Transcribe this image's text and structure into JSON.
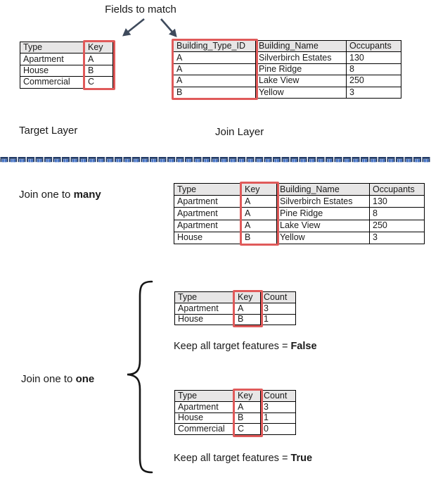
{
  "title": "Fields to match",
  "labels": {
    "target_layer": "Target Layer",
    "join_layer": "Join Layer"
  },
  "sections": {
    "one_to_many": {
      "prefix": "Join one to ",
      "bold": "many"
    },
    "one_to_one": {
      "prefix": "Join one to ",
      "bold": "one"
    },
    "keep_false": {
      "prefix": "Keep all target features = ",
      "bold": "False"
    },
    "keep_true": {
      "prefix": "Keep all target features = ",
      "bold": "True"
    }
  },
  "icons": {
    "left_arrow": "down-left-arrow",
    "right_arrow": "down-right-arrow",
    "brace": "left-curly-brace",
    "divider": "decorative-dashed-divider"
  },
  "tables": {
    "target_layer": {
      "headers": [
        "Type",
        "Key"
      ],
      "rows": [
        [
          "Apartment",
          "A"
        ],
        [
          "House",
          "B"
        ],
        [
          "Commercial",
          "C"
        ]
      ],
      "highlight_col": 1
    },
    "join_layer": {
      "headers": [
        "Building_Type_ID",
        "Building_Name",
        "Occupants"
      ],
      "rows": [
        [
          "A",
          "Silverbirch Estates",
          "130"
        ],
        [
          "A",
          "Pine Ridge",
          "8"
        ],
        [
          "A",
          "Lake View",
          "250"
        ],
        [
          "B",
          "Yellow",
          "3"
        ]
      ],
      "highlight_col": 0
    },
    "one_to_many": {
      "headers": [
        "Type",
        "Key",
        "Building_Name",
        "Occupants"
      ],
      "rows": [
        [
          "Apartment",
          "A",
          "Silverbirch Estates",
          "130"
        ],
        [
          "Apartment",
          "A",
          "Pine Ridge",
          "8"
        ],
        [
          "Apartment",
          "A",
          "Lake View",
          "250"
        ],
        [
          "House",
          "B",
          "Yellow",
          "3"
        ]
      ],
      "highlight_col": 1
    },
    "one_to_one_false": {
      "headers": [
        "Type",
        "Key",
        "Count"
      ],
      "rows": [
        [
          "Apartment",
          "A",
          "3"
        ],
        [
          "House",
          "B",
          "1"
        ]
      ],
      "highlight_col": 1
    },
    "one_to_one_true": {
      "headers": [
        "Type",
        "Key",
        "Count"
      ],
      "rows": [
        [
          "Apartment",
          "A",
          "3"
        ],
        [
          "House",
          "B",
          "1"
        ],
        [
          "Commercial",
          "C",
          "0"
        ]
      ],
      "highlight_col": 1
    }
  },
  "colors": {
    "highlight_red": "#E05A5A",
    "header_bg": "#E7E6E6",
    "arrow": "#3E4A5C",
    "divider_dark": "#1F3864",
    "divider_light": "#4472C4"
  }
}
